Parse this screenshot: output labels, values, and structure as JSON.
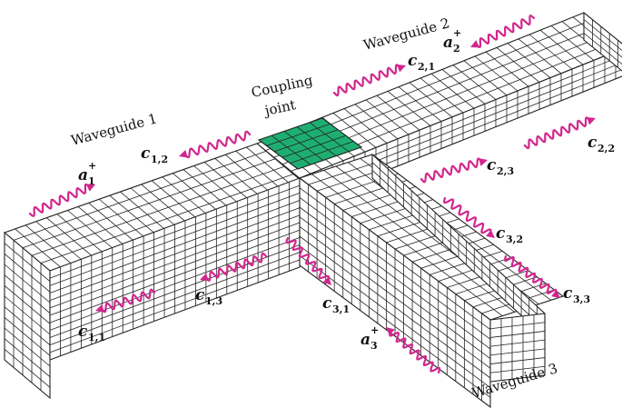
{
  "labels": {
    "waveguide_1": "Waveguide 1",
    "waveguide_2": "Waveguide 2",
    "waveguide_3": "Waveguide 3",
    "coupling_line1": "Coupling",
    "coupling_line2": "joint"
  },
  "symbols": [
    {
      "id": "a1",
      "base": "a",
      "sub": "1",
      "sup": "+"
    },
    {
      "id": "a2",
      "base": "a",
      "sub": "2",
      "sup": "+"
    },
    {
      "id": "a3",
      "base": "a",
      "sub": "3",
      "sup": "+"
    },
    {
      "id": "c11",
      "base": "c",
      "sub": "1,1"
    },
    {
      "id": "c12",
      "base": "c",
      "sub": "1,2"
    },
    {
      "id": "c13",
      "base": "c",
      "sub": "1,3"
    },
    {
      "id": "c21",
      "base": "c",
      "sub": "2,1"
    },
    {
      "id": "c22",
      "base": "c",
      "sub": "2,2"
    },
    {
      "id": "c23",
      "base": "c",
      "sub": "2,3"
    },
    {
      "id": "c31",
      "base": "c",
      "sub": "3,1"
    },
    {
      "id": "c32",
      "base": "c",
      "sub": "3,2"
    },
    {
      "id": "c33",
      "base": "c",
      "sub": "3,3"
    }
  ],
  "colors": {
    "wave": "#d2268e",
    "joint": "#1fae72",
    "grid": "#222222"
  }
}
